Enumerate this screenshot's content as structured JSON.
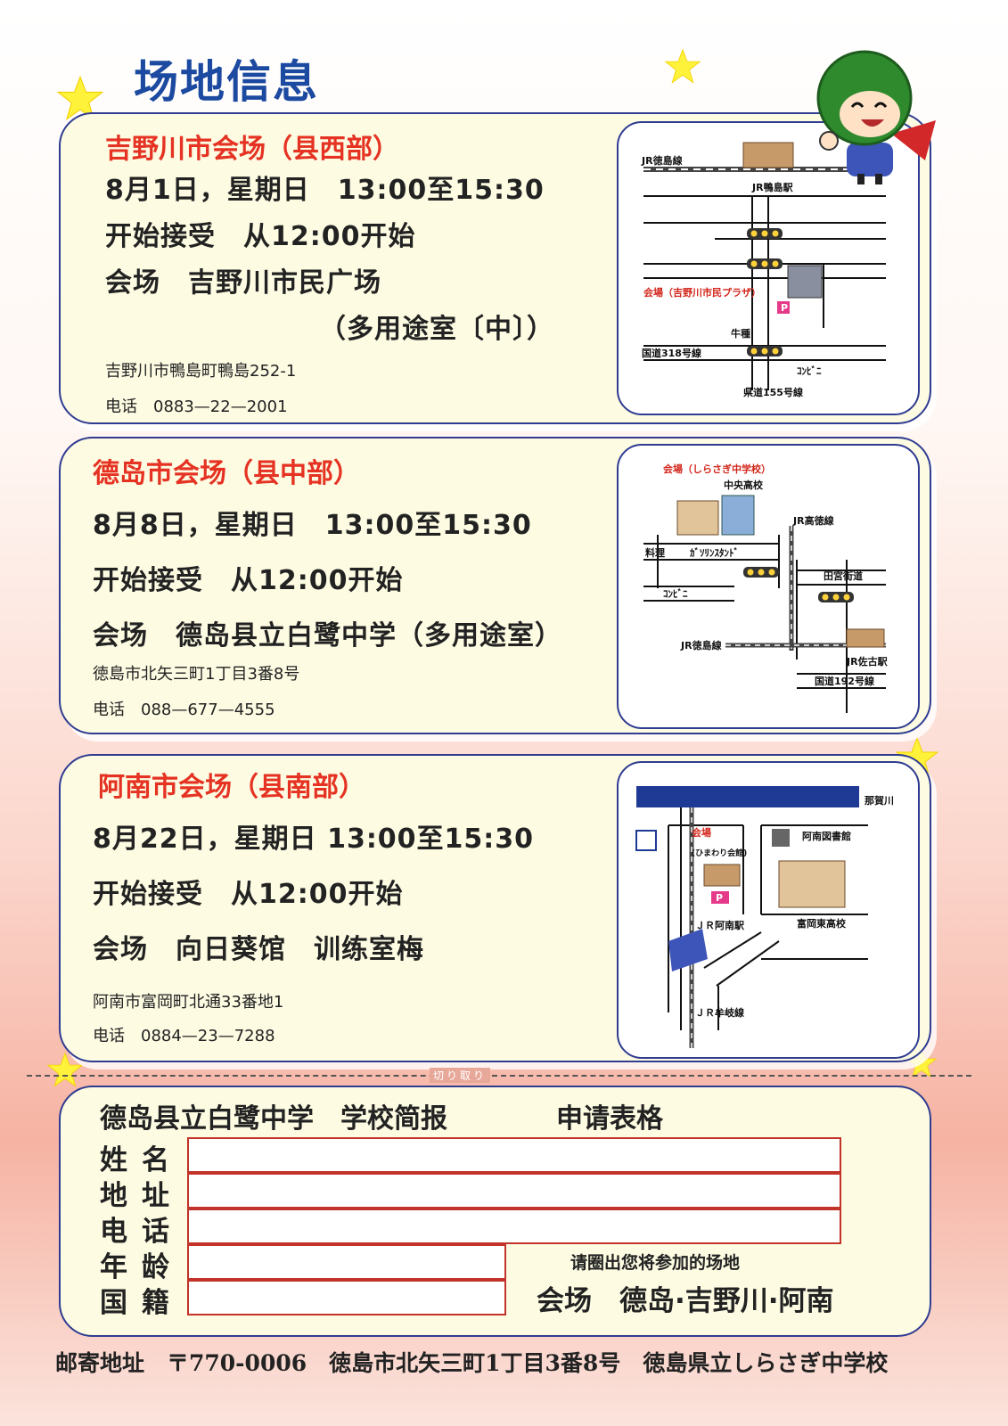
{
  "page_title": "场地信息",
  "venues": [
    {
      "name": "吉野川市会场（县西部）",
      "date": "8月1日，星期日　13:00至15:30",
      "reception": "开始接受　从12:00开始",
      "place": "会场　吉野川市民广场",
      "place2": "（多用途室〔中〕）",
      "address": "吉野川市鴨島町鴨島252-1",
      "phone": "电话　0883—22—2001",
      "map_labels": {
        "l1": "JR徳島線",
        "l2": "JR鴨島駅",
        "l3": "会場（吉野川市民プラザ）",
        "l4": "牛種",
        "l5": "国道318号線",
        "l6": "ｺﾝﾋﾞﾆ",
        "l7": "県道155号線"
      }
    },
    {
      "name": "德岛市会场（县中部）",
      "date": "8月8日，星期日　13:00至15:30",
      "reception": "开始接受　从12:00开始",
      "place": "会场　德岛县立白鹭中学（多用途室）",
      "address": "徳島市北矢三町1丁目3番8号",
      "phone": "电话　088—677—4555",
      "map_labels": {
        "l1": "会場（しらさぎ中学校）",
        "l2": "中央高校",
        "l3": "JR高徳線",
        "l4": "ｶﾞｿﾘﾝｽﾀﾝﾄﾞ",
        "l5": "田宮街道",
        "l6": "ｺﾝﾋﾞﾆ",
        "l7": "JR徳島線",
        "l8": "JR佐古駅",
        "l9": "国道192号線",
        "l10": "料理"
      }
    },
    {
      "name": "阿南市会场（县南部）",
      "date": "8月22日，星期日 13:00至15:30",
      "reception": "开始接受　从12:00开始",
      "place": "会场　向日葵馆　训练室梅",
      "address": "阿南市富岡町北通33番地1",
      "phone": "电话　0884—23—7288",
      "map_labels": {
        "l1": "那賀川",
        "l2": "会場",
        "l3": "(ひまわり会館)",
        "l4": "阿南図書館",
        "l5": "富岡東高校",
        "l6": "ＪＲ阿南駅",
        "l7": "ＪＲ牟岐線"
      }
    }
  ],
  "cut_label": "切り取り",
  "form": {
    "title1": "德岛县立白鹭中学　学校简报",
    "title2": "申请表格",
    "fields": [
      "姓名",
      "地址",
      "电话",
      "年龄",
      "国籍"
    ],
    "note": "请圈出您将参加的场地",
    "options": "会场　德岛·吉野川·阿南"
  },
  "footer": "邮寄地址　〒770-0006　徳島市北矢三町1丁目3番8号　徳島県立しらさぎ中学校",
  "colors": {
    "accent_blue": "#1c4aa0",
    "venue_red": "#e53222",
    "card_bg": "#fdfbe2",
    "border": "#2f3c91"
  }
}
